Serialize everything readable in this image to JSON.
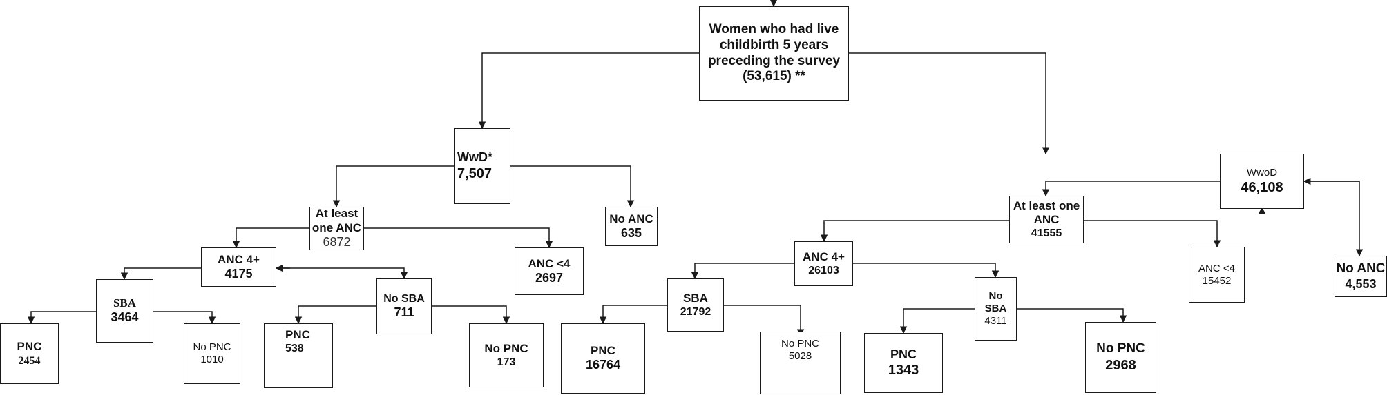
{
  "nodes": {
    "root": {
      "label": "Women who had live childbirth 5 years preceding the survey",
      "value": "(53,615) **"
    },
    "wwd": {
      "label": "WwD*",
      "value": "7,507"
    },
    "wwod": {
      "label": "WwoD",
      "value": "46,108"
    },
    "wwd_anc": {
      "label": "At least one ANC",
      "value": "6872"
    },
    "wwd_noanc": {
      "label": "No ANC",
      "value": "635"
    },
    "wwd_anc4p": {
      "label": "ANC 4+",
      "value": "4175"
    },
    "wwd_anc4m": {
      "label": "ANC <4",
      "value": "2697"
    },
    "wwd_sba": {
      "label": "SBA",
      "value": "3464"
    },
    "wwd_nosba": {
      "label": "No SBA",
      "value": "711"
    },
    "wwd_sba_pnc": {
      "label": "PNC",
      "value": "2454"
    },
    "wwd_sba_nopnc": {
      "label": "No PNC",
      "value": "1010"
    },
    "wwd_nosba_pnc": {
      "label": "PNC",
      "value": "538"
    },
    "wwd_nosba_nopnc": {
      "label": "No PNC",
      "value": "173"
    },
    "wwod_anc": {
      "label": "At least one ANC",
      "value": "41555"
    },
    "wwod_noanc": {
      "label": "No ANC",
      "value": "4,553"
    },
    "wwod_anc4p": {
      "label": "ANC 4+",
      "value": "26103"
    },
    "wwod_anc4m": {
      "label": "ANC <4",
      "value": "15452"
    },
    "wwod_sba": {
      "label": "SBA",
      "value": "21792"
    },
    "wwod_nosba": {
      "label": "No SBA",
      "value": "4311"
    },
    "wwod_sba_pnc": {
      "label": "PNC",
      "value": "16764"
    },
    "wwod_sba_nopnc": {
      "label": "No PNC",
      "value": "5028"
    },
    "wwod_nosba_pnc": {
      "label": "PNC",
      "value": "1343"
    },
    "wwod_nosba_nopnc": {
      "label": "No PNC",
      "value": "2968"
    }
  }
}
